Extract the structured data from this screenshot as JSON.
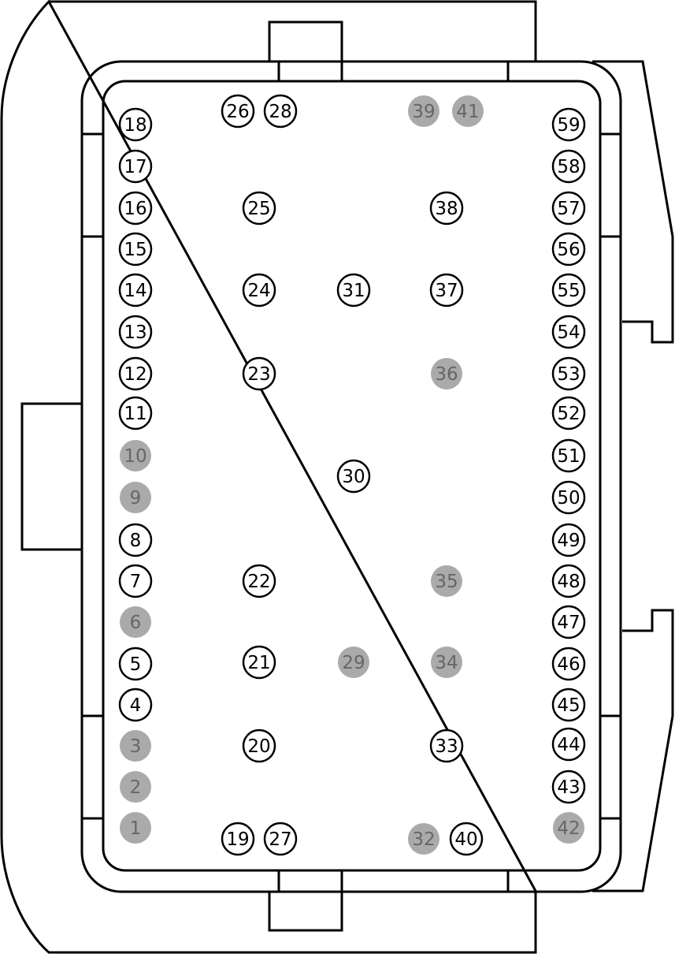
{
  "connector": {
    "colors": {
      "outline": "#000000",
      "populated_fill": "#ffffff",
      "populated_stroke": "#000000",
      "populated_text": "#000000",
      "unused_fill": "#aaaaaa",
      "unused_text": "#666666"
    },
    "pins": [
      {
        "label": "1",
        "state": "unused"
      },
      {
        "label": "2",
        "state": "unused"
      },
      {
        "label": "3",
        "state": "unused"
      },
      {
        "label": "4",
        "state": "populated"
      },
      {
        "label": "5",
        "state": "populated"
      },
      {
        "label": "6",
        "state": "unused"
      },
      {
        "label": "7",
        "state": "populated"
      },
      {
        "label": "8",
        "state": "populated"
      },
      {
        "label": "9",
        "state": "unused"
      },
      {
        "label": "10",
        "state": "unused"
      },
      {
        "label": "11",
        "state": "populated"
      },
      {
        "label": "12",
        "state": "populated"
      },
      {
        "label": "13",
        "state": "populated"
      },
      {
        "label": "14",
        "state": "populated"
      },
      {
        "label": "15",
        "state": "populated"
      },
      {
        "label": "16",
        "state": "populated"
      },
      {
        "label": "17",
        "state": "populated"
      },
      {
        "label": "18",
        "state": "populated"
      },
      {
        "label": "19",
        "state": "populated"
      },
      {
        "label": "20",
        "state": "populated"
      },
      {
        "label": "21",
        "state": "populated"
      },
      {
        "label": "22",
        "state": "populated"
      },
      {
        "label": "23",
        "state": "populated"
      },
      {
        "label": "24",
        "state": "populated"
      },
      {
        "label": "25",
        "state": "populated"
      },
      {
        "label": "26",
        "state": "populated"
      },
      {
        "label": "27",
        "state": "populated"
      },
      {
        "label": "28",
        "state": "populated"
      },
      {
        "label": "29",
        "state": "unused"
      },
      {
        "label": "30",
        "state": "populated"
      },
      {
        "label": "31",
        "state": "populated"
      },
      {
        "label": "32",
        "state": "unused"
      },
      {
        "label": "33",
        "state": "populated"
      },
      {
        "label": "34",
        "state": "unused"
      },
      {
        "label": "35",
        "state": "unused"
      },
      {
        "label": "36",
        "state": "unused"
      },
      {
        "label": "37",
        "state": "populated"
      },
      {
        "label": "38",
        "state": "populated"
      },
      {
        "label": "39",
        "state": "unused"
      },
      {
        "label": "40",
        "state": "populated"
      },
      {
        "label": "41",
        "state": "unused"
      },
      {
        "label": "42",
        "state": "unused"
      },
      {
        "label": "43",
        "state": "populated"
      },
      {
        "label": "44",
        "state": "populated"
      },
      {
        "label": "45",
        "state": "populated"
      },
      {
        "label": "46",
        "state": "populated"
      },
      {
        "label": "47",
        "state": "populated"
      },
      {
        "label": "48",
        "state": "populated"
      },
      {
        "label": "49",
        "state": "populated"
      },
      {
        "label": "50",
        "state": "populated"
      },
      {
        "label": "51",
        "state": "populated"
      },
      {
        "label": "52",
        "state": "populated"
      },
      {
        "label": "53",
        "state": "populated"
      },
      {
        "label": "54",
        "state": "populated"
      },
      {
        "label": "55",
        "state": "populated"
      },
      {
        "label": "56",
        "state": "populated"
      },
      {
        "label": "57",
        "state": "populated"
      },
      {
        "label": "58",
        "state": "populated"
      },
      {
        "label": "59",
        "state": "populated"
      }
    ]
  }
}
